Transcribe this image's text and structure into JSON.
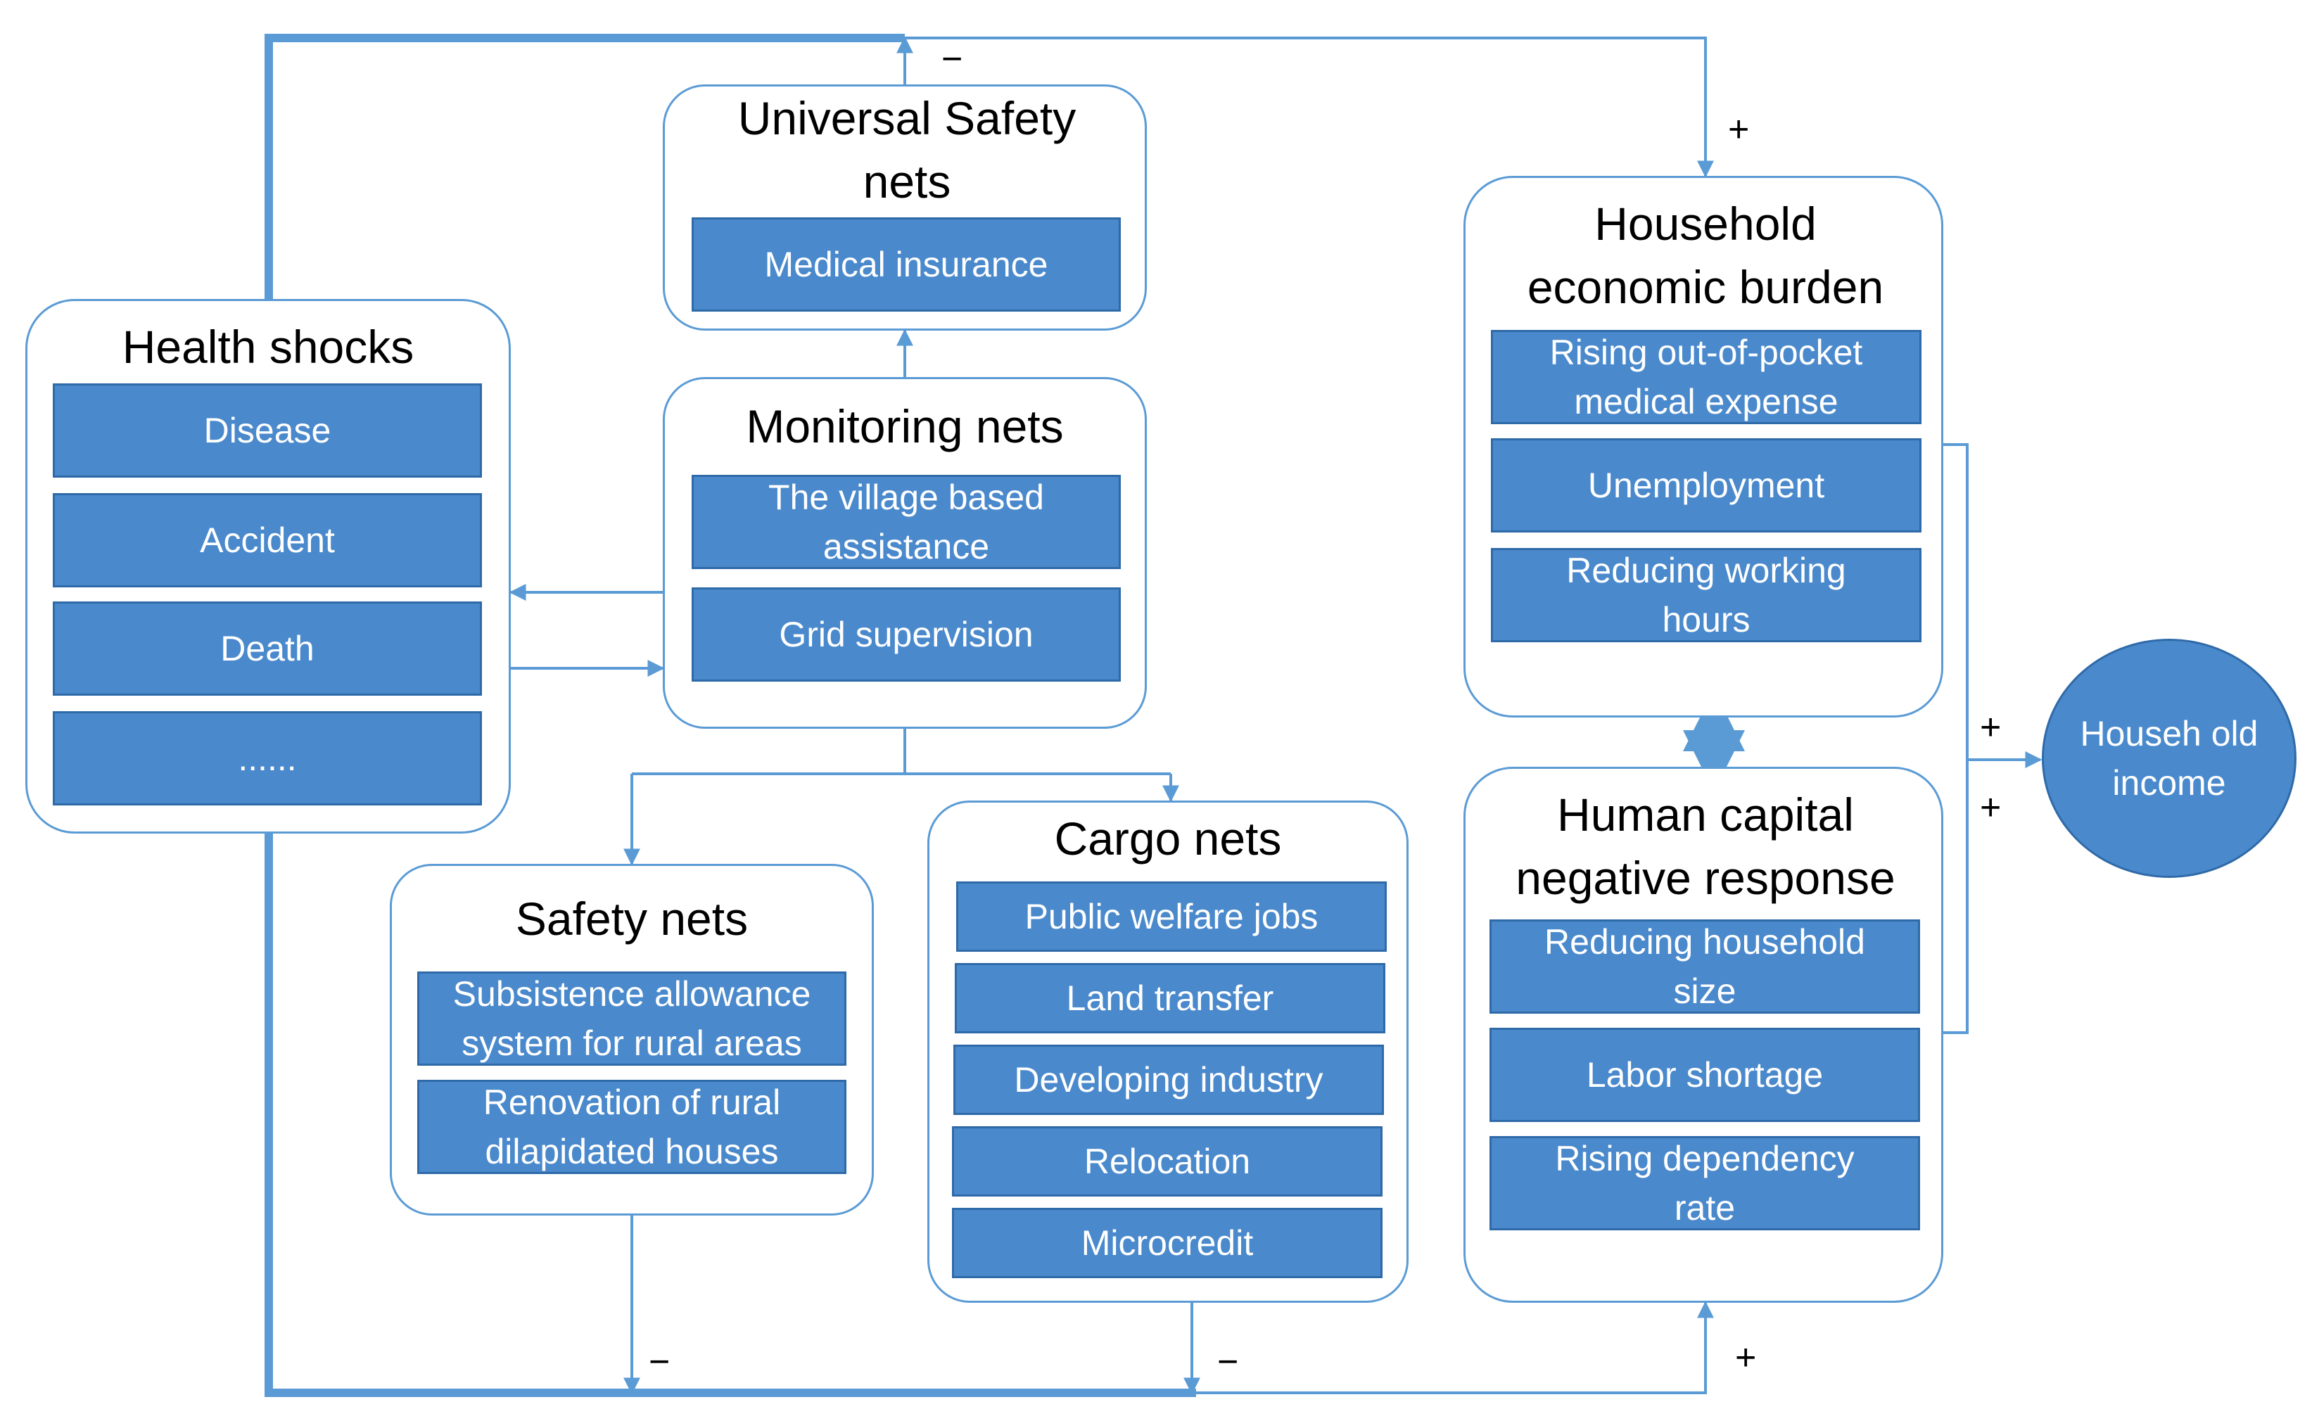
{
  "groups": {
    "health_shocks": {
      "title": "Health shocks",
      "items": [
        "Disease",
        "Accident",
        "Death",
        "......"
      ]
    },
    "universal_safety_nets": {
      "title": "Universal Safety nets",
      "items": [
        "Medical insurance"
      ]
    },
    "monitoring_nets": {
      "title": "Monitoring nets",
      "items": [
        "The village based assistance",
        "Grid supervision"
      ]
    },
    "safety_nets": {
      "title": "Safety nets",
      "items": [
        "Subsistence allowance system for rural areas",
        "Renovation of rural dilapidated houses"
      ]
    },
    "cargo_nets": {
      "title": "Cargo nets",
      "items": [
        "Public welfare jobs",
        "Land transfer",
        "Developing industry",
        "Relocation",
        "Microcredit"
      ]
    },
    "household_economic_burden": {
      "title": "Household economic burden",
      "items": [
        "Rising out-of-pocket medical expense",
        "Unemployment",
        "Reducing working hours"
      ]
    },
    "human_capital_negative_response": {
      "title": "Human capital negative response",
      "items": [
        "Reducing household size",
        "Labor shortage",
        "Rising dependency rate"
      ]
    }
  },
  "outcome": {
    "label": "Househ old income"
  },
  "signs": {
    "top_minus": "−",
    "top_plus": "+",
    "right_plus_upper": "+",
    "right_plus_lower": "+",
    "bottom_minus_left": "−",
    "bottom_minus_mid": "−",
    "bottom_plus_right": "+"
  },
  "colors": {
    "line": "#5b9bd5",
    "box_fill": "#4a89cc",
    "box_border": "#2f6aa8",
    "text_on_box": "#ffffff"
  }
}
